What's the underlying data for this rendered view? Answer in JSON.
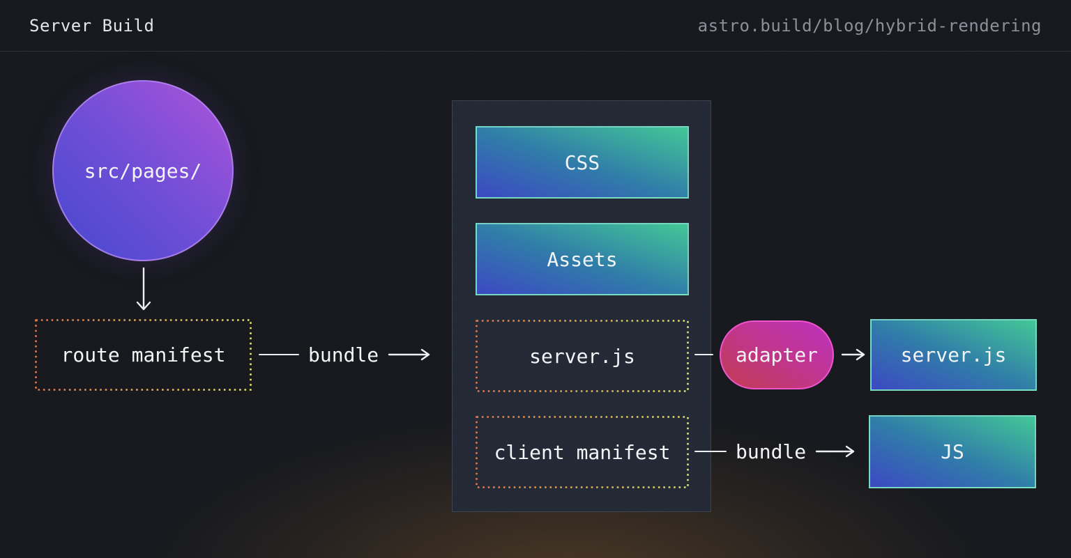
{
  "header": {
    "title": "Server Build",
    "url": "astro.build/blog/hybrid-rendering"
  },
  "nodes": {
    "src_pages": {
      "label": "src/pages/"
    },
    "route_manifest": {
      "label": "route manifest"
    },
    "css": {
      "label": "CSS"
    },
    "assets": {
      "label": "Assets"
    },
    "server_js_center": {
      "label": "server.js"
    },
    "client_manifest": {
      "label": "client manifest"
    },
    "adapter": {
      "label": "adapter"
    },
    "server_js_out": {
      "label": "server.js"
    },
    "js_out": {
      "label": "JS"
    }
  },
  "connectors": {
    "bundle_top": {
      "label": "bundle"
    },
    "bundle_bottom": {
      "label": "bundle"
    }
  },
  "colors": {
    "background": "#15171c",
    "bottom_glow": "#9e682c",
    "panel_fill": "#222734",
    "panel_border": "#3c414f",
    "teal_gradient_start": "#3a47c2",
    "teal_gradient_mid": "#2e7ba8",
    "teal_gradient_end": "#41c795",
    "teal_border": "#80e6c6",
    "purple_gradient_start": "#4347ce",
    "purple_gradient_end": "#ac52da",
    "purple_border": "#ba8cf2",
    "pill_gradient_start": "#c23a50",
    "pill_gradient_end": "#ba2fbe",
    "pill_border": "#ef52cd",
    "dotted_border_start": "#dd7a50",
    "dotted_border_end": "#e6e368",
    "arrow": "#eef0f3",
    "header_title": "#e3e5e9",
    "header_url": "#8a8f99"
  }
}
